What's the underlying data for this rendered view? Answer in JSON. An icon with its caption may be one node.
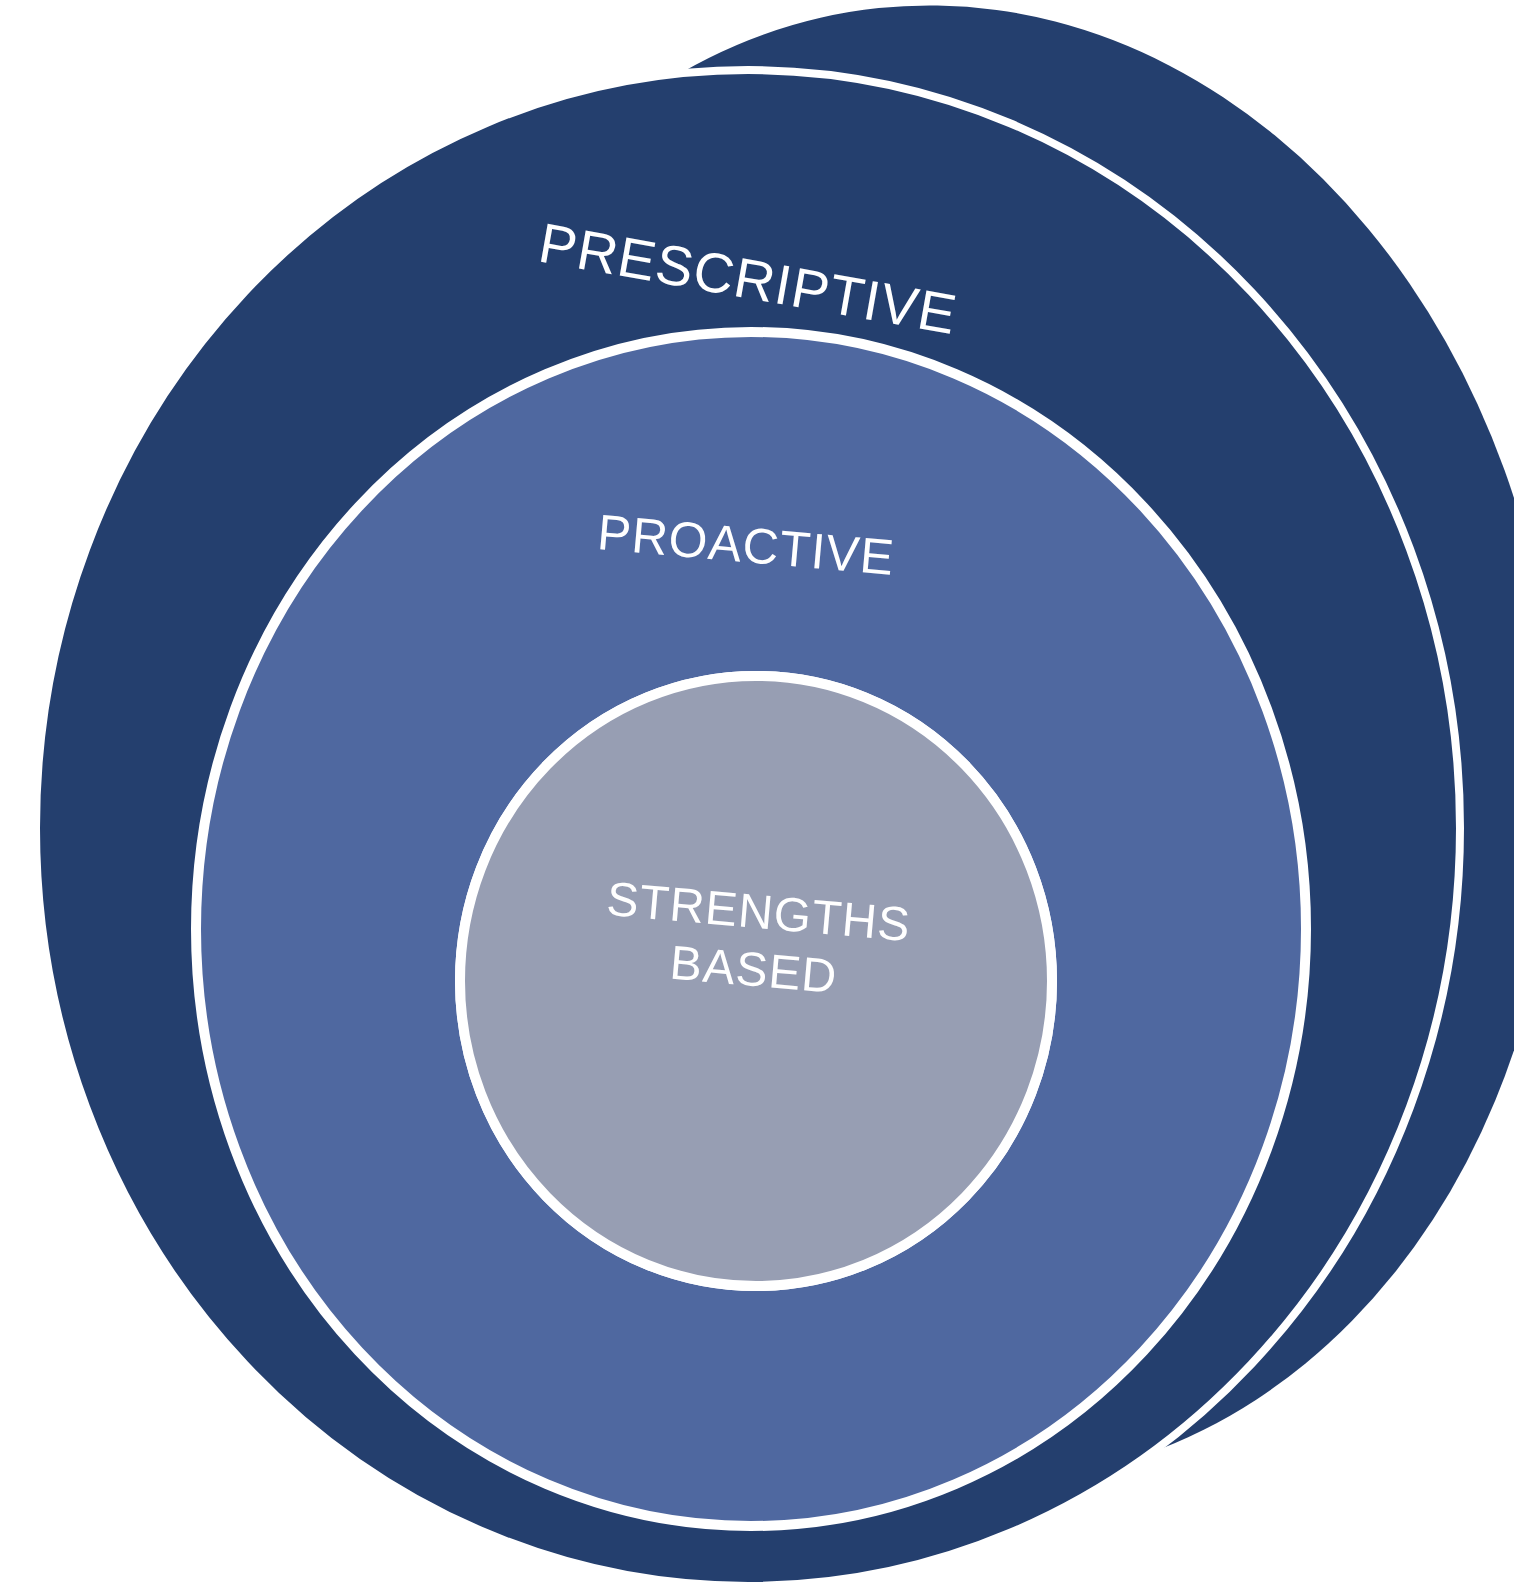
{
  "diagram": {
    "nodes": [
      {
        "text": [
          "PRESCRIPTIVE"
        ]
      },
      {
        "text": [
          "PROACTIVE"
        ],
        "in": 0
      },
      {
        "text": [
          "STRENGTHS BASED"
        ],
        "in": 1
      }
    ]
  }
}
